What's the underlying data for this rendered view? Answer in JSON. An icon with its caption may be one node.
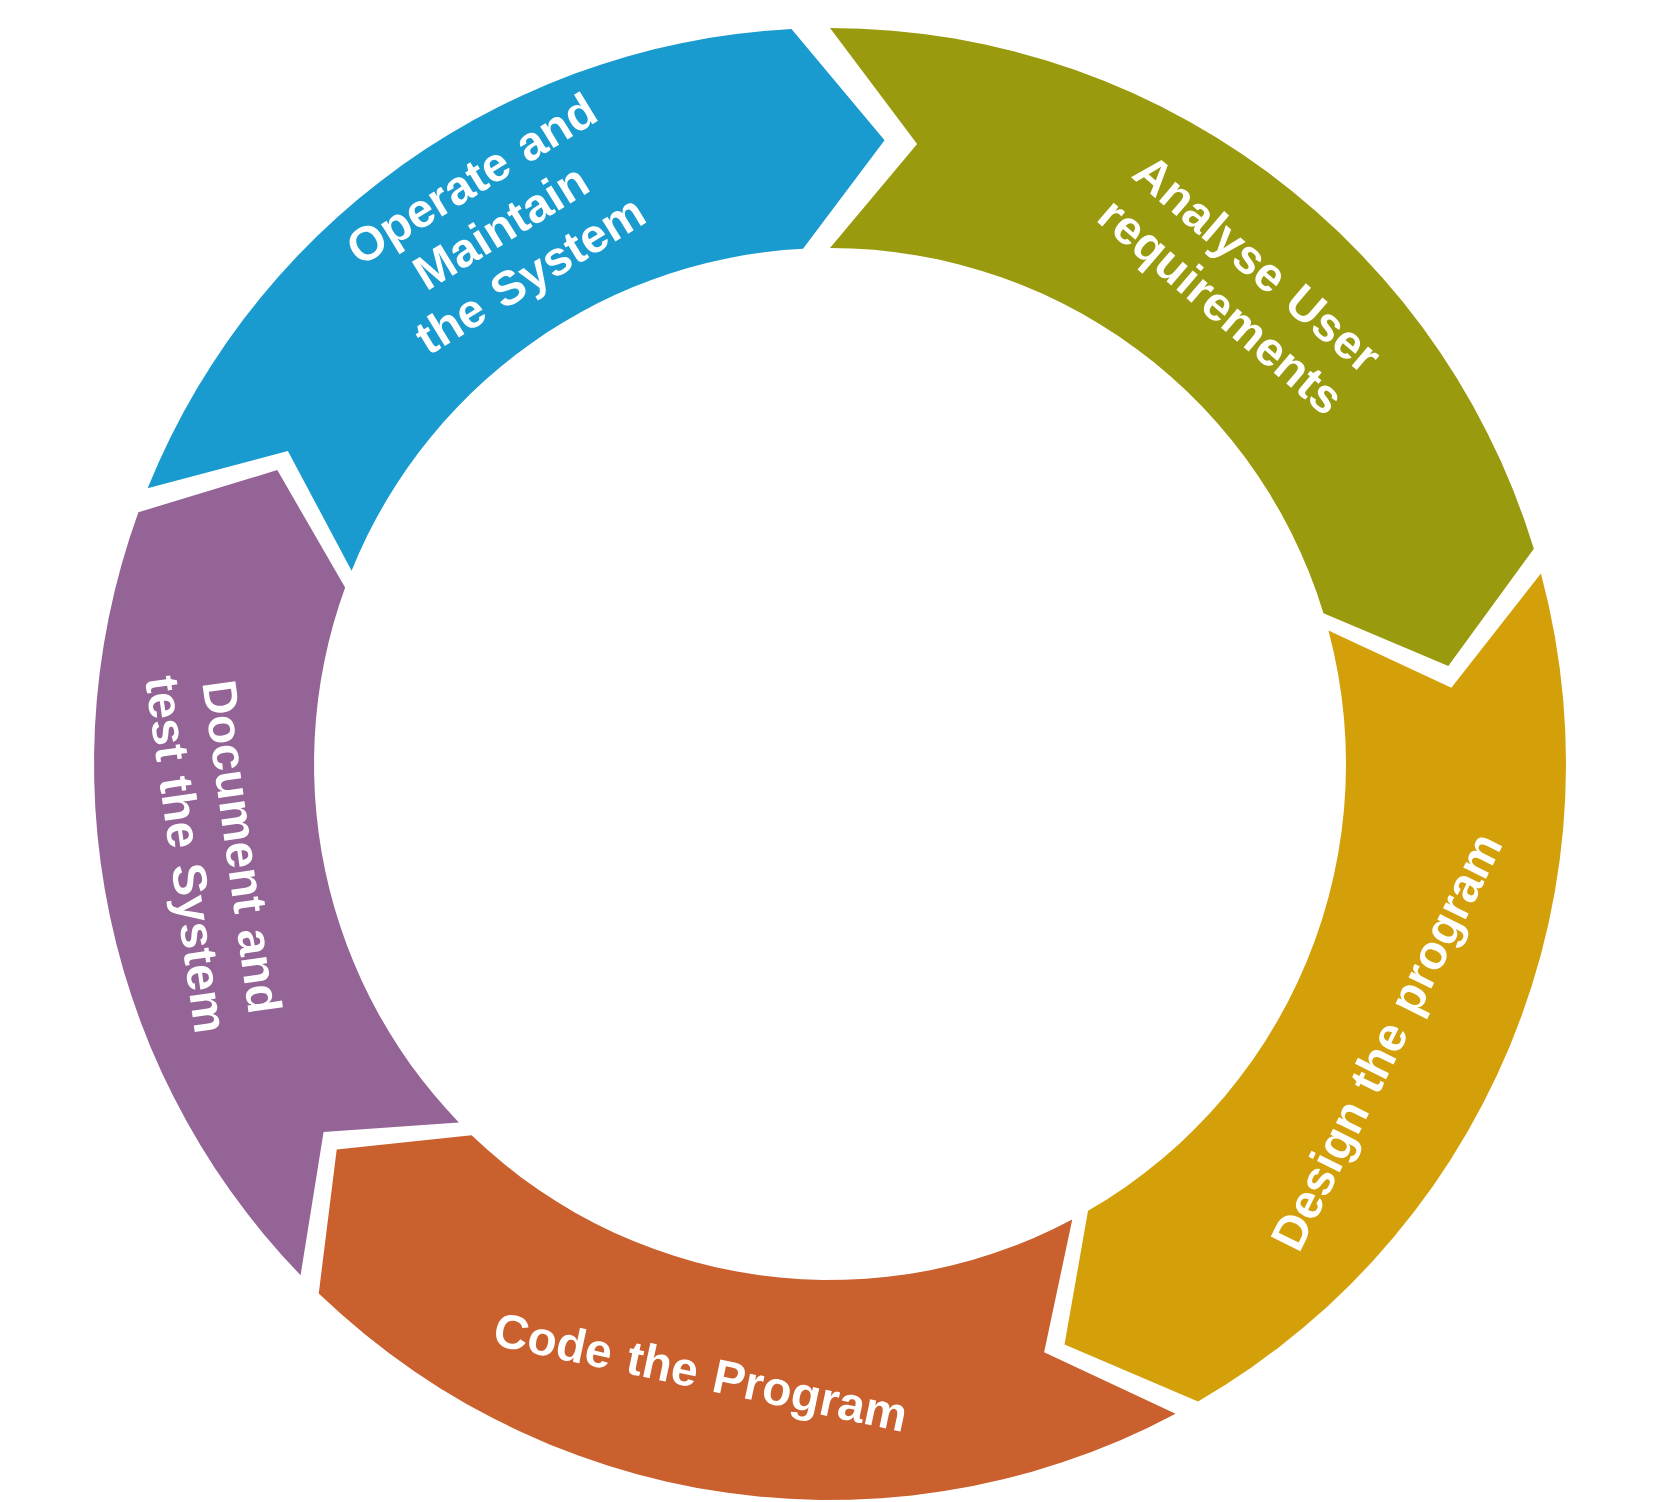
{
  "diagram": {
    "nodes": [
      {
        "text": [
          "Operate and Maintain the System"
        ]
      },
      {
        "text": [
          "Analyse User requirements"
        ]
      },
      {
        "text": [
          "Design the program"
        ]
      },
      {
        "text": [
          "Code the Program"
        ]
      },
      {
        "text": [
          "Document and test the System"
        ]
      }
    ]
  }
}
